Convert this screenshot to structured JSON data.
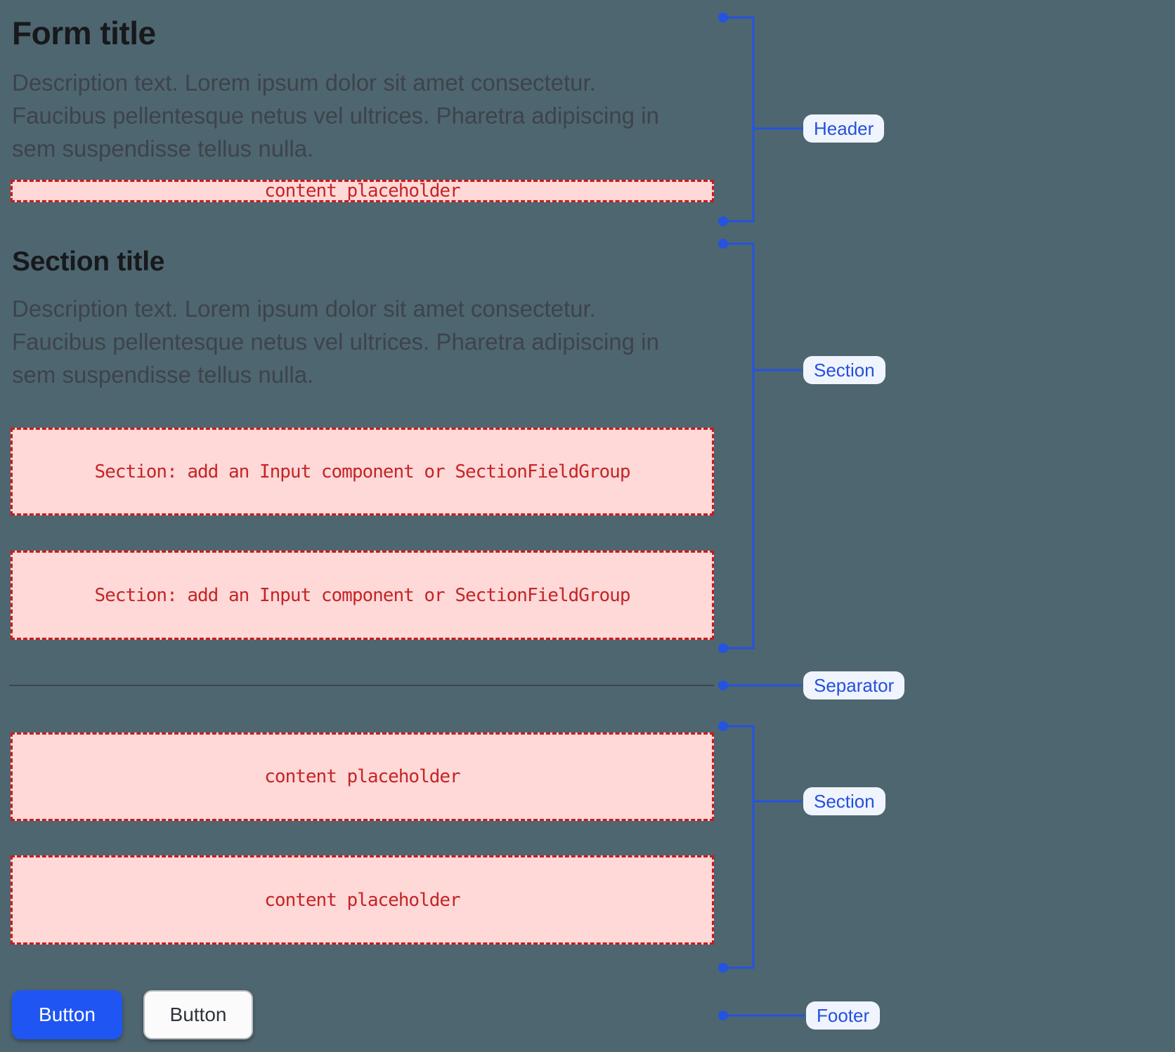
{
  "header": {
    "title": "Form title",
    "description_lines": [
      "Description text. Lorem ipsum dolor sit amet consectetur.",
      "Faucibus pellentesque netus vel ultrices. Pharetra adipiscing in",
      "sem suspendisse tellus nulla."
    ],
    "placeholder": "content placeholder"
  },
  "section_one": {
    "title": "Section title",
    "description_lines": [
      "Description text. Lorem ipsum dolor sit amet consectetur.",
      "Faucibus pellentesque netus vel ultrices. Pharetra adipiscing in",
      "sem suspendisse tellus nulla."
    ],
    "placeholder_1": "Section: add an Input component or SectionFieldGroup",
    "placeholder_2": "Section: add an Input component or SectionFieldGroup"
  },
  "section_two": {
    "placeholder_1": "content placeholder",
    "placeholder_2": "content placeholder"
  },
  "footer": {
    "primary_button_label": "Button",
    "secondary_button_label": "Button"
  },
  "annotations": {
    "header_label": "Header",
    "section_one_label": "Section",
    "separator_label": "Separator",
    "section_two_label": "Section",
    "footer_label": "Footer"
  },
  "colors": {
    "background": "#4e6670",
    "annotation_blue": "#2453e0",
    "label_text_blue": "#2450dd",
    "label_background": "#f0f4fe",
    "placeholder_background": "#ffd8d8",
    "placeholder_border_red": "#c81b1b",
    "placeholder_text_red": "#c42525",
    "primary_button_blue": "#1f55f2",
    "separator_line": "#3f434b"
  }
}
